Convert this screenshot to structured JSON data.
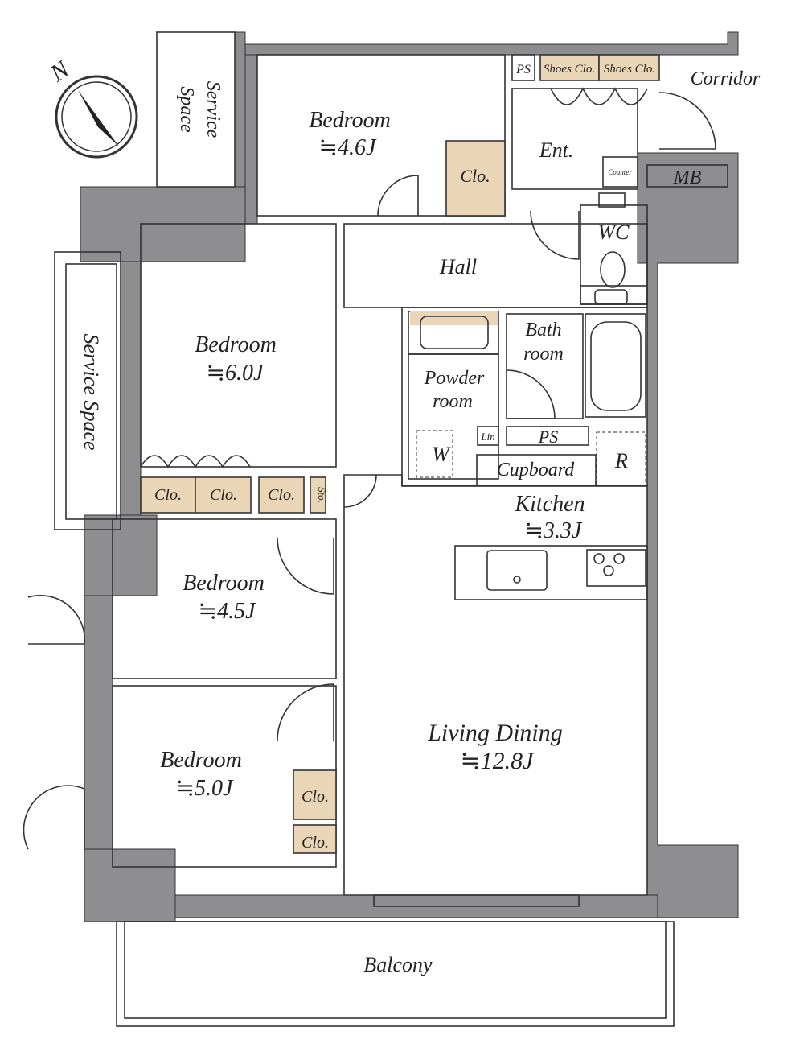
{
  "compass": {
    "north_label": "N"
  },
  "rooms": {
    "bedroom_top": {
      "name": "Bedroom",
      "size": "≒4.6J"
    },
    "bedroom_6": {
      "name": "Bedroom",
      "size": "≒6.0J"
    },
    "bedroom_45": {
      "name": "Bedroom",
      "size": "≒4.5J"
    },
    "bedroom_5": {
      "name": "Bedroom",
      "size": "≒5.0J"
    },
    "living": {
      "name": "Living Dining",
      "size": "≒12.8J"
    },
    "kitchen": {
      "name": "Kitchen",
      "size": "≒3.3J"
    },
    "hall": "Hall",
    "entrance": "Ent.",
    "wc": "WC",
    "bath": [
      "Bath",
      "room"
    ],
    "powder": [
      "Powder",
      "room"
    ],
    "corridor": "Corridor",
    "balcony": "Balcony",
    "service_space_top": [
      "Service",
      "Space"
    ],
    "service_space_left": "Service Space"
  },
  "storage": {
    "ps_top": "PS",
    "shoes_1": "Shoes Clo.",
    "shoes_2": "Shoes Clo.",
    "counter": "Counter",
    "mb": "MB",
    "clo": "Clo.",
    "sto": "Sto.",
    "lin": "Lin",
    "ps_mid": "PS",
    "cupboard": "Cupboard",
    "fridge": "R",
    "washer": "W"
  },
  "colors": {
    "wall": "#8e8e90",
    "bedroom_floor": "#f3e5c6",
    "living_floor": "#f5d4d1",
    "wet_area": "#cfe8e1",
    "closet": "#ead6b6"
  }
}
